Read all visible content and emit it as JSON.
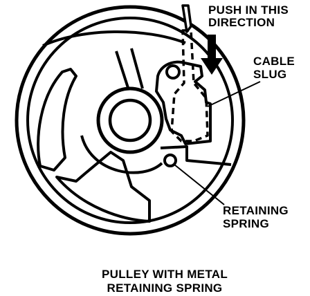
{
  "labels": {
    "push_line1": "PUSH IN THIS",
    "push_line2": "DIRECTION",
    "cable_line1": "CABLE",
    "cable_line2": "SLUG",
    "spring_line1": "RETAINING",
    "spring_line2": "SPRING"
  },
  "caption": {
    "line1": "PULLEY WITH METAL",
    "line2": "RETAINING SPRING"
  },
  "colors": {
    "ink": "#000000",
    "background": "#ffffff"
  }
}
